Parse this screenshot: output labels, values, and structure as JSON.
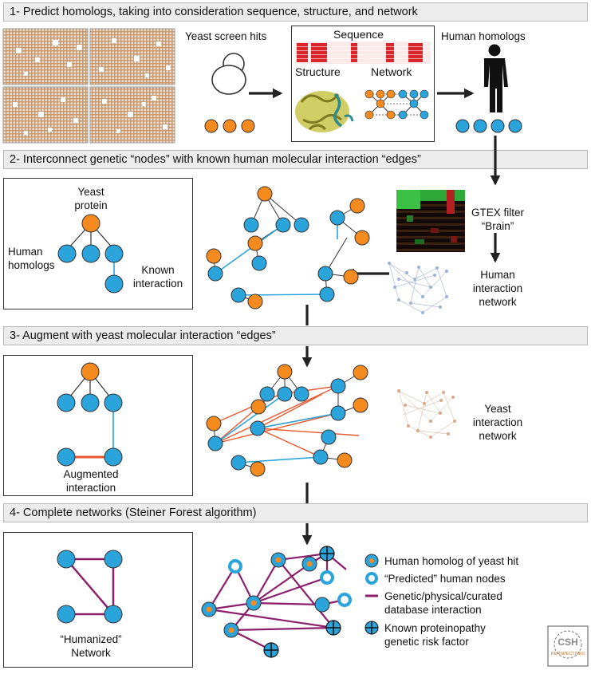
{
  "steps": {
    "s1": "1- Predict homologs, taking into consideration sequence, structure, and network",
    "s2": "2- Interconnect genetic “nodes” with known human molecular interaction “edges”",
    "s3": "3- Augment with yeast molecular interaction “edges”",
    "s4": "4- Complete networks (Steiner Forest algorithm)"
  },
  "row1": {
    "yeast_hits": "Yeast screen hits",
    "sequence": "Sequence",
    "structure": "Structure",
    "network": "Network",
    "human_homologs": "Human homologs"
  },
  "row2": {
    "yeast_protein_1": "Yeast",
    "yeast_protein_2": "protein",
    "human_homologs_1": "Human",
    "human_homologs_2": "homologs",
    "known_interaction_1": "Known",
    "known_interaction_2": "interaction",
    "gtex_1": "GTEX filter",
    "gtex_2": "“Brain”",
    "hin_1": "Human",
    "hin_2": "interaction",
    "hin_3": "network"
  },
  "row3": {
    "augmented_1": "Augmented",
    "augmented_2": "interaction",
    "yin_1": "Yeast",
    "yin_2": "interaction",
    "yin_3": "network"
  },
  "row4": {
    "humanized_1": "“Humanized”",
    "humanized_2": "Network",
    "legend": [
      "Human homolog of yeast hit",
      "“Predicted” human nodes",
      "Genetic/physical/curated",
      "database interaction",
      "Known proteinopathy",
      "genetic risk factor"
    ]
  },
  "logo": {
    "line1": "CSH",
    "line2": "PERSPECTIVES"
  },
  "colors": {
    "blue": "#2aa4db",
    "orange": "#f58a1f",
    "red_edge": "#e8572b",
    "purple_edge": "#8b1f6b",
    "cyan_edge": "#2aa4db"
  }
}
